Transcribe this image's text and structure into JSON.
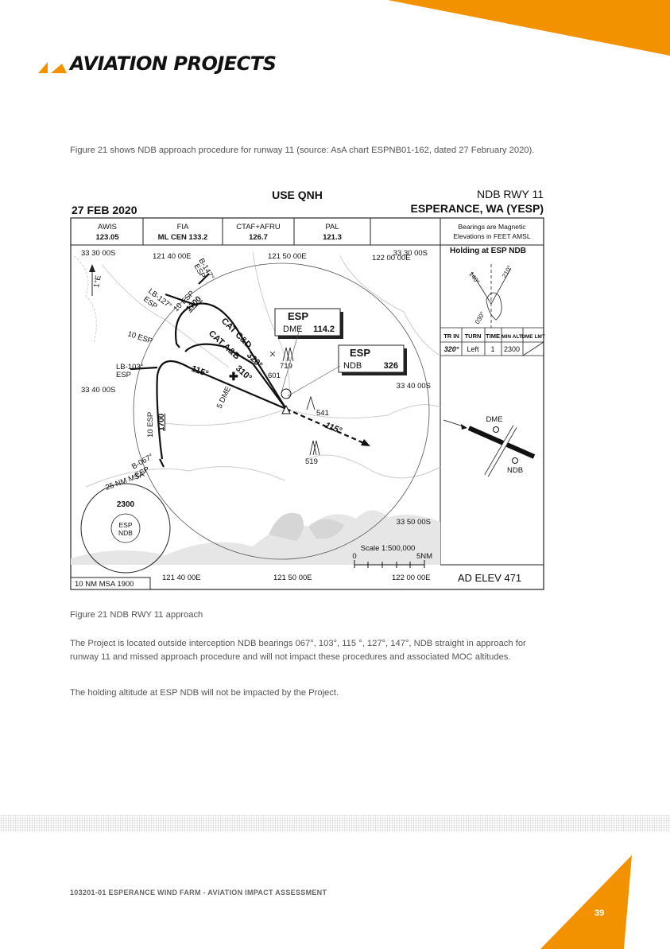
{
  "header": {
    "brand": "AVIATION PROJECTS",
    "colors": {
      "accent": "#F39200"
    }
  },
  "body": {
    "intro": "Figure 21 shows NDB approach procedure for runway 11 (source: AsA chart ESPNB01-162, dated 27 February 2020).",
    "caption": "Figure 21 NDB RWY 11 approach",
    "para1": "The Project is located outside interception NDB bearings 067°, 103°, 115 °, 127°, 147°, NDB straight in approach for runway 11 and missed approach procedure and will not impact these procedures and associated MOC altitudes.",
    "para2": "The holding altitude at ESP NDB will not be impacted by the Project."
  },
  "chart": {
    "use_qnh": "USE QNH",
    "proc": "NDB RWY 11",
    "date": "27 FEB 2020",
    "place": "ESPERANCE, WA (YESP)",
    "freqs": [
      {
        "name": "AWIS",
        "value": "123.05"
      },
      {
        "name": "FIA",
        "value": "ML CEN 133.2"
      },
      {
        "name": "CTAF+AFRU",
        "value": "126.7"
      },
      {
        "name": "PAL",
        "value": "121.3"
      }
    ],
    "bearings_note": [
      "Bearings are Magnetic",
      "Elevations in FEET AMSL"
    ],
    "holding_title": "Holding at ESP NDB",
    "hold_bearings": [
      "140°",
      "210°",
      "030°"
    ],
    "hold_headers": [
      "TR IN",
      "TURN",
      "TIME",
      "MIN ALT",
      "DME LMT"
    ],
    "hold_row": [
      "320°",
      "Left",
      "1",
      "2300",
      ""
    ],
    "lat_labels": [
      "33 30 00S",
      "33 40 00S",
      "33 40 00S",
      "33 50 00S",
      "33 30 00S"
    ],
    "lon_labels": [
      "121 40 00E",
      "121 50 00E",
      "122 00 00E",
      "121 40 00E",
      "121 50 00E",
      "122 00 00E"
    ],
    "var": "1°E",
    "esp_dme": {
      "id": "ESP",
      "type": "DME",
      "freq": "114.2"
    },
    "esp_ndb": {
      "id": "ESP",
      "type": "NDB",
      "freq": "326"
    },
    "arrivals": [
      "B-147°",
      "ESP",
      "LB-127°",
      "ESP",
      "10 ESP",
      "1700",
      "10 ESP",
      "LB-103°",
      "ESP",
      "10 ESP",
      "1700",
      "B-067°",
      "ESP"
    ],
    "tracks": [
      "CAT C&D",
      "320°",
      "CAT A&B",
      "310°",
      "115°",
      "115°",
      "5 DME"
    ],
    "msa_25": "25 NM MSA",
    "msa_alt": "2300",
    "msa_ndb": [
      "ESP",
      "NDB"
    ],
    "msa_10": "10 NM MSA 1900",
    "elevations": [
      "719",
      "601",
      "541",
      "519"
    ],
    "scale": "Scale 1:500,000",
    "scale_ticks": [
      "0",
      "5NM"
    ],
    "ad_elev": "AD ELEV 471",
    "profile_labels": [
      "DME",
      "NDB"
    ]
  },
  "footer": {
    "text": "103201-01 ESPERANCE WIND FARM - AVIATION IMPACT ASSESSMENT",
    "page": "39"
  }
}
